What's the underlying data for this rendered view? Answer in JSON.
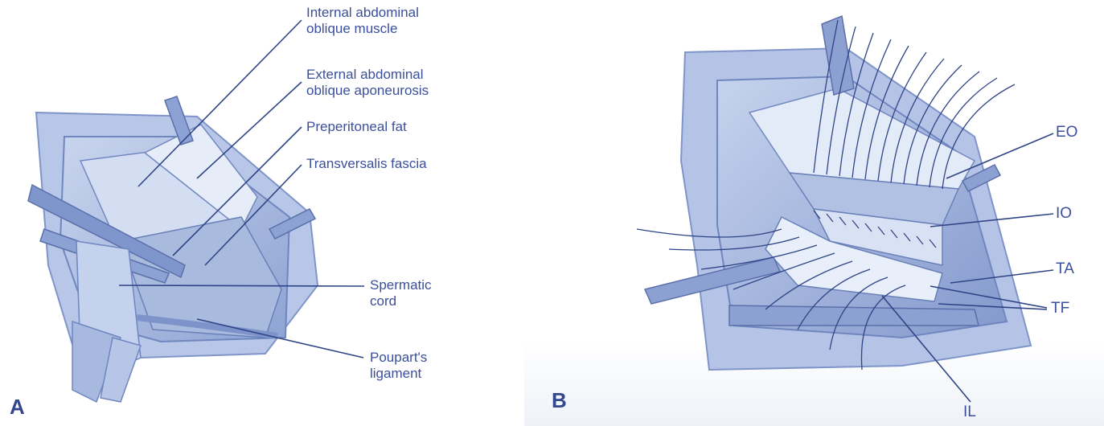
{
  "panel_a": {
    "letter": "A",
    "labels": {
      "internal_oblique": [
        "Internal abdominal",
        "oblique muscle"
      ],
      "external_oblique": [
        "External abdominal",
        "oblique aponeurosis"
      ],
      "preperitoneal_fat": "Preperitoneal fat",
      "transversalis_fascia": "Transversalis fascia",
      "spermatic_cord": [
        "Spermatic",
        "cord"
      ],
      "pouparts_ligament": [
        "Poupart's",
        "ligament"
      ]
    }
  },
  "panel_b": {
    "letter": "B",
    "labels": {
      "eo": "EO",
      "io": "IO",
      "ta": "TA",
      "tf": "TF",
      "il": "IL"
    }
  },
  "colors": {
    "label_text": "#3b4f9c",
    "leader_line": "#2f4486",
    "tissue_dark": "#6f86bf",
    "tissue_mid": "#9fb2dc",
    "tissue_light": "#d6e0f3"
  }
}
